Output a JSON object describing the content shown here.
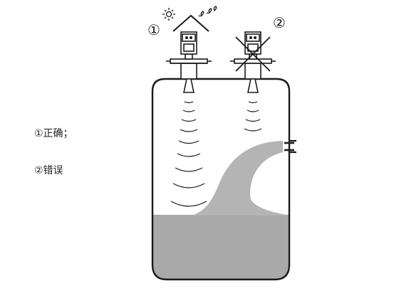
{
  "markers": {
    "correct": "①",
    "wrong": "②"
  },
  "legend": {
    "correct": "①正确；",
    "wrong": "②错误"
  },
  "colors": {
    "stroke": "#1a1a1a",
    "liquid": "#a9a9a9",
    "liquid_light": "#c8c8c8",
    "background": "#ffffff"
  },
  "icons": {
    "weather": [
      "sun-icon",
      "rain-drops-icon"
    ],
    "shelter": "roof-shelter-icon",
    "cross": "cross-mark-icon"
  }
}
